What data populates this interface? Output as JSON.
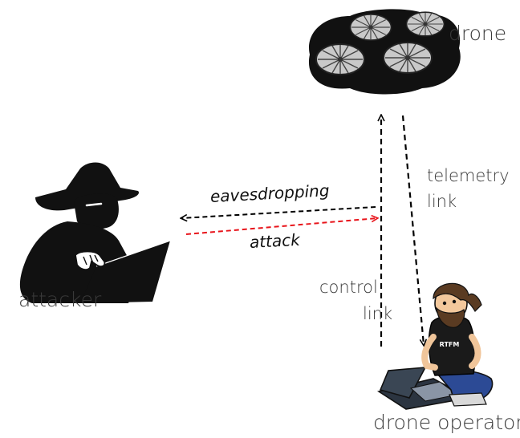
{
  "nodes": {
    "drone": {
      "label": "drone",
      "icon": "drone-icon"
    },
    "attacker": {
      "label": "attacker",
      "icon": "hacker-icon"
    },
    "operator": {
      "label": "drone operator",
      "icon": "operator-icon",
      "shirt_text": "RTFM"
    }
  },
  "links": {
    "telemetry": {
      "line1": "telemetry",
      "line2": "link"
    },
    "control": {
      "line1": "control",
      "line2": "link"
    },
    "eavesdropping": {
      "label": "eavesdropping",
      "color": "#000000"
    },
    "attack": {
      "label": "attack",
      "color": "#e8141b"
    }
  }
}
